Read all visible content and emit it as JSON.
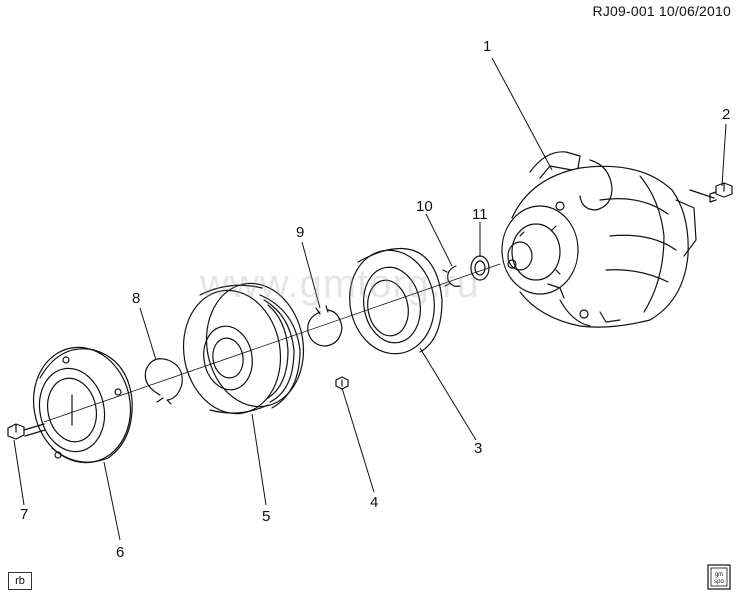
{
  "header": {
    "document_id": "RJ09-001 10/06/2010"
  },
  "footer": {
    "author_mark": "rb",
    "logo_text": "gm spo"
  },
  "watermark": {
    "text": "www.gmtorg.ru"
  },
  "callouts": [
    {
      "id": "callout-1",
      "label": "1"
    },
    {
      "id": "callout-2",
      "label": "2"
    },
    {
      "id": "callout-3",
      "label": "3"
    },
    {
      "id": "callout-4",
      "label": "4"
    },
    {
      "id": "callout-5",
      "label": "5"
    },
    {
      "id": "callout-6",
      "label": "6"
    },
    {
      "id": "callout-7",
      "label": "7"
    },
    {
      "id": "callout-8",
      "label": "8"
    },
    {
      "id": "callout-9",
      "label": "9"
    },
    {
      "id": "callout-10",
      "label": "10"
    },
    {
      "id": "callout-11",
      "label": "11"
    }
  ],
  "colors": {
    "line": "#111111",
    "background": "#ffffff",
    "watermark": "#a0a0a0"
  }
}
